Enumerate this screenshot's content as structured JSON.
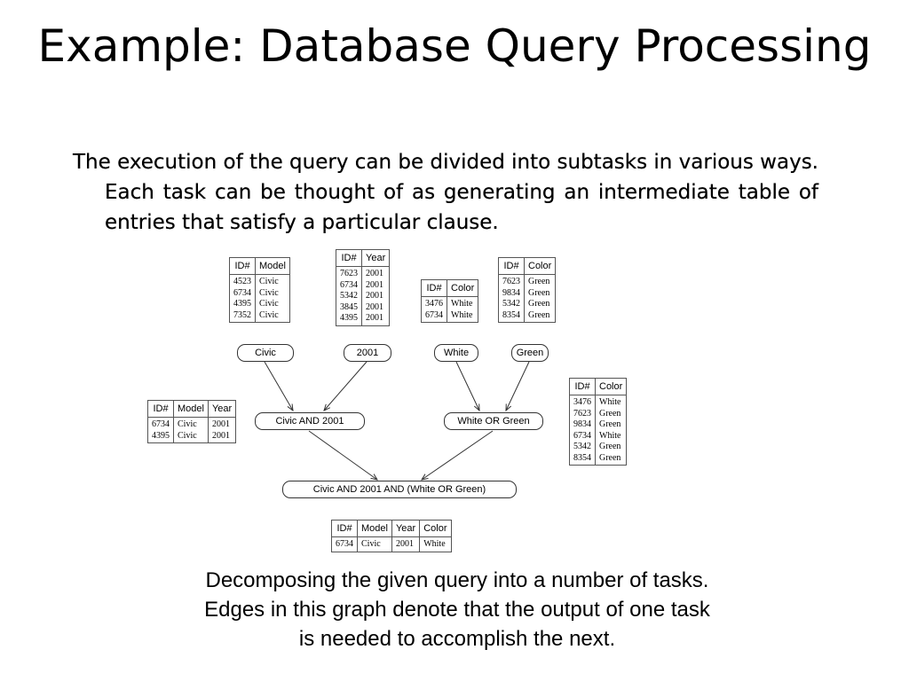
{
  "title": "Example: Database Query Processing",
  "body": "The execution of the query can be divided into subtasks in various ways. Each task can be thought of as generating an intermediate table of entries that satisfy a particular clause.",
  "caption": {
    "line1": "Decomposing the given query into a number of tasks.",
    "line2": "Edges in this graph denote that the output of one task",
    "line3": "is needed to accomplish the next."
  },
  "nodes": {
    "civic": "Civic",
    "y2001": "2001",
    "white": "White",
    "green": "Green",
    "civic_and_2001": "Civic AND 2001",
    "white_or_green": "White OR Green",
    "final": "Civic AND 2001 AND (White OR Green)"
  },
  "tables": {
    "civic": {
      "headers": [
        "ID#",
        "Model"
      ],
      "cols": [
        [
          "4523",
          "6734",
          "4395",
          "7352"
        ],
        [
          "Civic",
          "Civic",
          "Civic",
          "Civic"
        ]
      ]
    },
    "y2001": {
      "headers": [
        "ID#",
        "Year"
      ],
      "cols": [
        [
          "7623",
          "6734",
          "5342",
          "3845",
          "4395"
        ],
        [
          "2001",
          "2001",
          "2001",
          "2001",
          "2001"
        ]
      ]
    },
    "white": {
      "headers": [
        "ID#",
        "Color"
      ],
      "cols": [
        [
          "3476",
          "6734"
        ],
        [
          "White",
          "White"
        ]
      ]
    },
    "green": {
      "headers": [
        "ID#",
        "Color"
      ],
      "cols": [
        [
          "7623",
          "9834",
          "5342",
          "8354"
        ],
        [
          "Green",
          "Green",
          "Green",
          "Green"
        ]
      ]
    },
    "civic_and_2001": {
      "headers": [
        "ID#",
        "Model",
        "Year"
      ],
      "cols": [
        [
          "6734",
          "4395"
        ],
        [
          "Civic",
          "Civic"
        ],
        [
          "2001",
          "2001"
        ]
      ]
    },
    "white_or_green": {
      "headers": [
        "ID#",
        "Color"
      ],
      "cols": [
        [
          "3476",
          "7623",
          "9834",
          "6734",
          "5342",
          "8354"
        ],
        [
          "White",
          "Green",
          "Green",
          "White",
          "Green",
          "Green"
        ]
      ]
    },
    "final": {
      "headers": [
        "ID#",
        "Model",
        "Year",
        "Color"
      ],
      "cols": [
        [
          "6734"
        ],
        [
          "Civic"
        ],
        [
          "2001"
        ],
        [
          "White"
        ]
      ]
    }
  }
}
